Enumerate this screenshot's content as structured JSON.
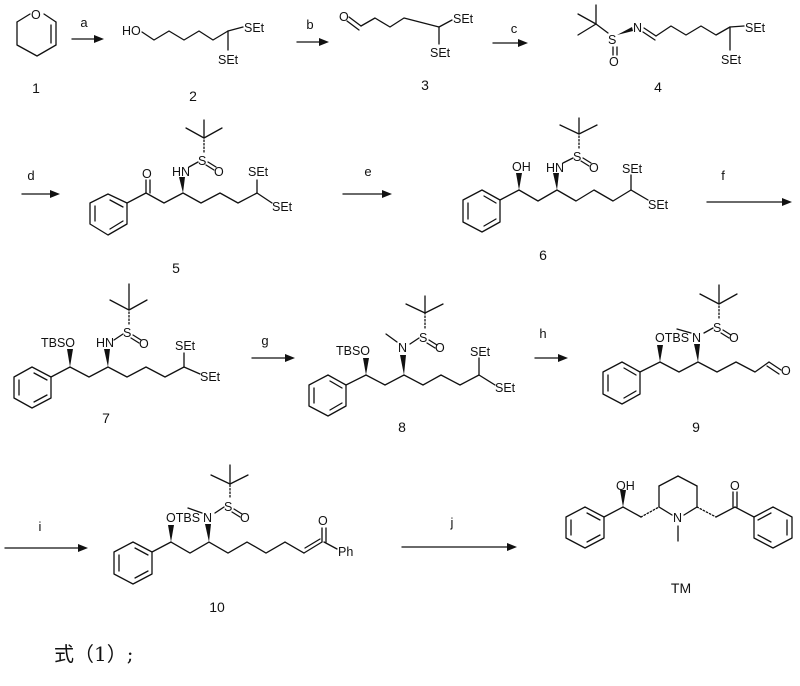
{
  "scheme": {
    "compounds": [
      {
        "id": "1",
        "label": "1"
      },
      {
        "id": "2",
        "label": "2",
        "groups": [
          "HO",
          "SEt",
          "SEt"
        ]
      },
      {
        "id": "3",
        "label": "3",
        "groups": [
          "O",
          "SEt",
          "SEt"
        ]
      },
      {
        "id": "4",
        "label": "4",
        "groups": [
          "S",
          "N",
          "O",
          "SEt",
          "SEt"
        ]
      },
      {
        "id": "5",
        "label": "5",
        "groups": [
          "O",
          "HN",
          "S",
          "O",
          "SEt",
          "SEt"
        ]
      },
      {
        "id": "6",
        "label": "6",
        "groups": [
          "OH",
          "HN",
          "S",
          "O",
          "SEt",
          "SEt"
        ]
      },
      {
        "id": "7",
        "label": "7",
        "groups": [
          "TBSO",
          "HN",
          "S",
          "O",
          "SEt",
          "SEt"
        ]
      },
      {
        "id": "8",
        "label": "8",
        "groups": [
          "TBSO",
          "N",
          "S",
          "O",
          "SEt",
          "SEt"
        ]
      },
      {
        "id": "9",
        "label": "9",
        "groups": [
          "OTBS",
          "N",
          "S",
          "O",
          "O"
        ]
      },
      {
        "id": "10",
        "label": "10",
        "groups": [
          "OTBS",
          "N",
          "S",
          "O",
          "O",
          "Ph"
        ]
      },
      {
        "id": "TM",
        "label": "TM",
        "groups": [
          "OH",
          "N",
          "O"
        ]
      }
    ],
    "steps": [
      {
        "label": "a",
        "from": "1",
        "to": "2"
      },
      {
        "label": "b",
        "from": "2",
        "to": "3"
      },
      {
        "label": "c",
        "from": "3",
        "to": "4"
      },
      {
        "label": "d",
        "from": "4",
        "to": "5"
      },
      {
        "label": "e",
        "from": "5",
        "to": "6"
      },
      {
        "label": "f",
        "from": "6",
        "to": "7"
      },
      {
        "label": "g",
        "from": "7",
        "to": "8"
      },
      {
        "label": "h",
        "from": "8",
        "to": "9"
      },
      {
        "label": "i",
        "from": "9",
        "to": "10"
      },
      {
        "label": "j",
        "from": "10",
        "to": "TM"
      }
    ],
    "atoms": {
      "O": "O",
      "HO": "HO",
      "OH": "OH",
      "SEt": "SEt",
      "S": "S",
      "N": "N",
      "HN": "HN",
      "TBSO": "TBSO",
      "OTBS": "OTBS",
      "Ph": "Ph"
    }
  },
  "caption": "式（1）;"
}
